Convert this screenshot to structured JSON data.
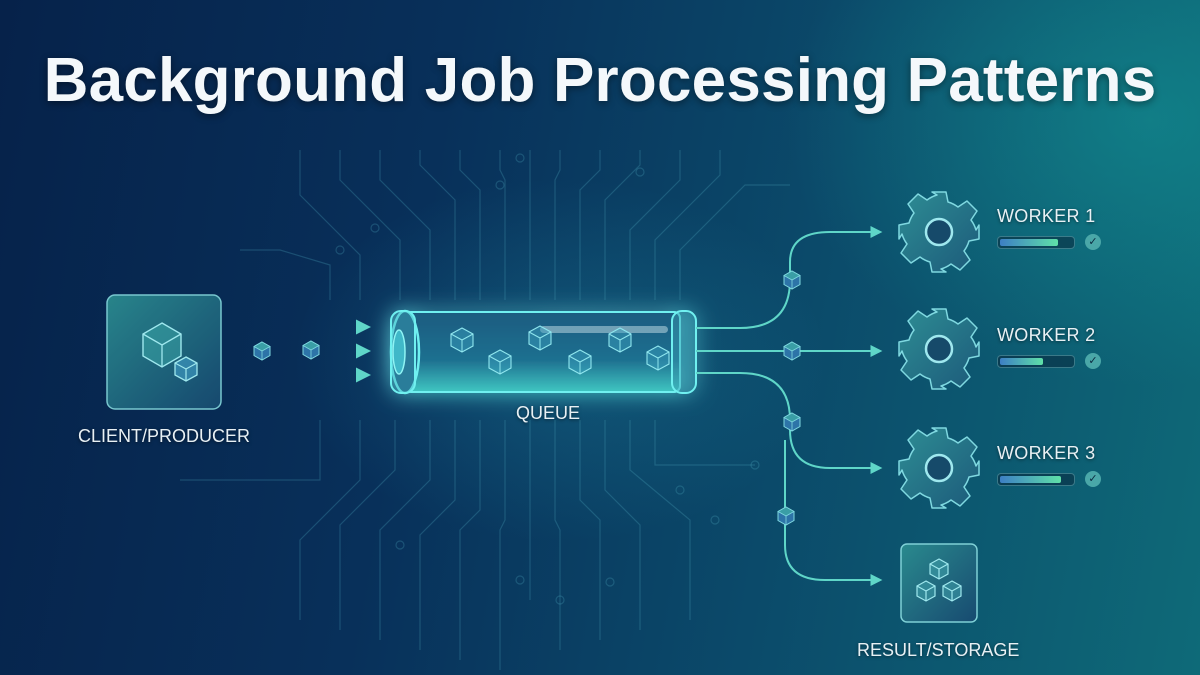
{
  "title": "Background Job Processing Patterns",
  "nodes": {
    "producer": {
      "label": "CLIENT/PRODUCER",
      "icon": "cubes-icon"
    },
    "queue": {
      "label": "QUEUE",
      "icon": "tube-queue-icon",
      "job_count": 6
    },
    "workers": [
      {
        "label": "WORKER 1",
        "progress": 80,
        "status": "complete",
        "icon": "gear-icon"
      },
      {
        "label": "WORKER 2",
        "progress": 60,
        "status": "complete",
        "icon": "gear-icon"
      },
      {
        "label": "WORKER 3",
        "progress": 85,
        "status": "complete",
        "icon": "gear-icon"
      }
    ],
    "storage": {
      "label": "RESULT/STORAGE",
      "icon": "stacked-cubes-icon"
    }
  },
  "edges": [
    {
      "from": "producer",
      "to": "queue",
      "count": 3
    },
    {
      "from": "queue",
      "to": "WORKER 1"
    },
    {
      "from": "queue",
      "to": "WORKER 2"
    },
    {
      "from": "queue",
      "to": "WORKER 3"
    },
    {
      "from": "queue",
      "to": "storage"
    }
  ],
  "colors": {
    "bg_dark": "#06224a",
    "bg_teal": "#0e6a78",
    "accent": "#5fd6c8",
    "glow": "#5ff0f0",
    "progress_start": "#3d7fc4",
    "progress_end": "#5fe0a8",
    "check": "#4aa7a8"
  },
  "check_glyph": "✓"
}
